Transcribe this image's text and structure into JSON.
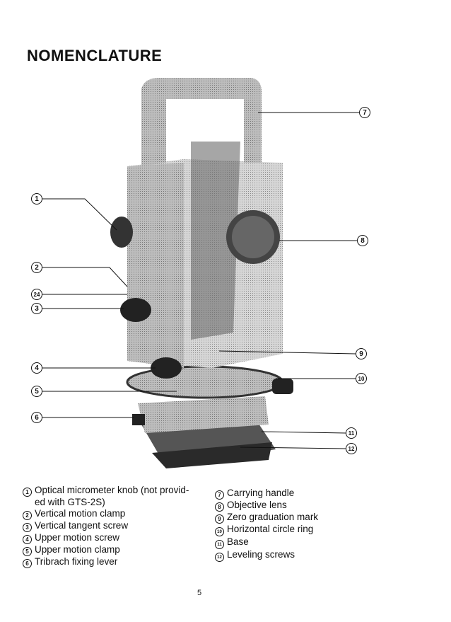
{
  "title": "NOMENCLATURE",
  "callouts_left": [
    "1",
    "2",
    "24",
    "3",
    "4",
    "5",
    "6"
  ],
  "callouts_right": [
    "7",
    "8",
    "9",
    "10",
    "11",
    "12"
  ],
  "legend_left": [
    {
      "n": "1",
      "text": "Optical micrometer knob (not provid-",
      "cont": "ed with GTS-2S)"
    },
    {
      "n": "2",
      "text": "Vertical motion clamp"
    },
    {
      "n": "3",
      "text": "Vertical tangent screw"
    },
    {
      "n": "4",
      "text": "Upper motion screw"
    },
    {
      "n": "5",
      "text": "Upper motion clamp"
    },
    {
      "n": "6",
      "text": "Tribrach fixing lever"
    }
  ],
  "legend_right": [
    {
      "n": "7",
      "text": "Carrying handle"
    },
    {
      "n": "8",
      "text": "Objective lens"
    },
    {
      "n": "9",
      "text": "Zero graduation mark"
    },
    {
      "n": "10",
      "text": "Horizontal circle ring"
    },
    {
      "n": "11",
      "text": "Base"
    },
    {
      "n": "12",
      "text": "Leveling screws"
    }
  ],
  "page_number": "5"
}
